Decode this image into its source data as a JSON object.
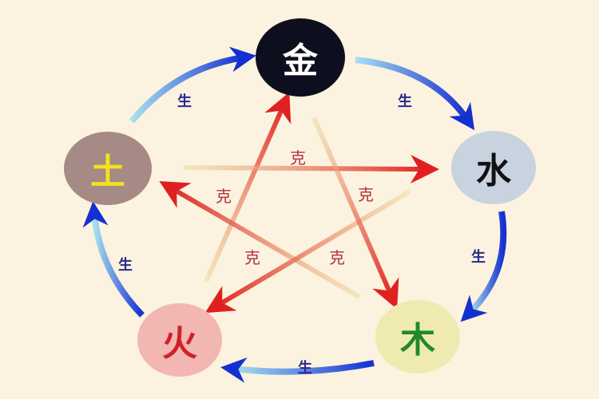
{
  "elements": {
    "metal": {
      "label": "金",
      "bg": "#0e0f1e",
      "color": "#ffffff"
    },
    "water": {
      "label": "水",
      "bg": "#c9d3df",
      "color": "#111111"
    },
    "wood": {
      "label": "木",
      "bg": "#efeab0",
      "color": "#1f8a2a"
    },
    "fire": {
      "label": "火",
      "bg": "#f2b7b2",
      "color": "#d0202a"
    },
    "earth": {
      "label": "土",
      "bg": "#a58a86",
      "color": "#f4e21a"
    }
  },
  "generate_label": "生",
  "overcome_label": "克",
  "colors": {
    "generate_arrow": "#1530d0",
    "overcome_arrow": "#e02020"
  }
}
